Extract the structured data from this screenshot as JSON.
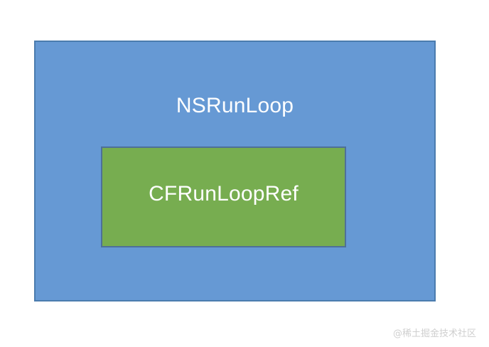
{
  "diagram": {
    "type": "nested-boxes",
    "background_color": "#ffffff",
    "outer_box": {
      "label": "NSRunLoop",
      "fill_color": "#6699d4",
      "border_color": "#4b7cae",
      "text_color": "#ffffff"
    },
    "inner_box": {
      "label": "CFRunLoopRef",
      "fill_color": "#77ad50",
      "border_color": "#4e7099",
      "text_color": "#ffffff"
    }
  },
  "watermark": {
    "text": "@稀土掘金技术社区",
    "color": "#cfcfcf"
  }
}
